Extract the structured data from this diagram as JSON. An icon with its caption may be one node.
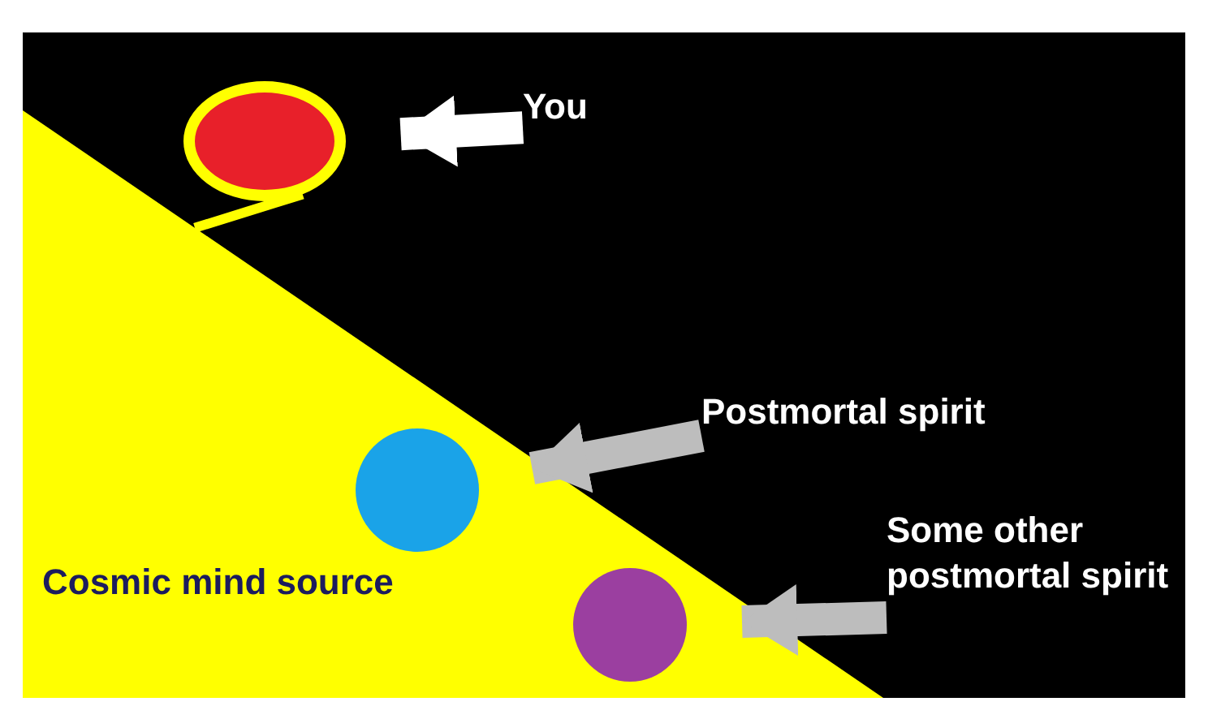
{
  "diagram": {
    "nodes": [
      {
        "text": [],
        "shape": "circle"
      },
      {
        "text": [
          "You"
        ]
      },
      {
        "text": [
          "Postmortal spirit"
        ]
      },
      {
        "text": [],
        "shape": "circle",
        "in": 5
      },
      {
        "text": [
          "Some other postmortal spirit"
        ]
      },
      {
        "text": [
          "Cosmic mind source"
        ]
      },
      {
        "text": [],
        "shape": "circle",
        "in": 5
      }
    ],
    "edges": [
      {
        "from": 1,
        "to": 0,
        "arrow": "to",
        "color": "#ffffff"
      },
      {
        "from": 2,
        "to": 3,
        "arrow": "to"
      },
      {
        "from": 4,
        "to": 6,
        "arrow": "to"
      },
      {
        "from": 0,
        "to": 5,
        "arrow": "none",
        "color": "#ffff00"
      }
    ]
  }
}
